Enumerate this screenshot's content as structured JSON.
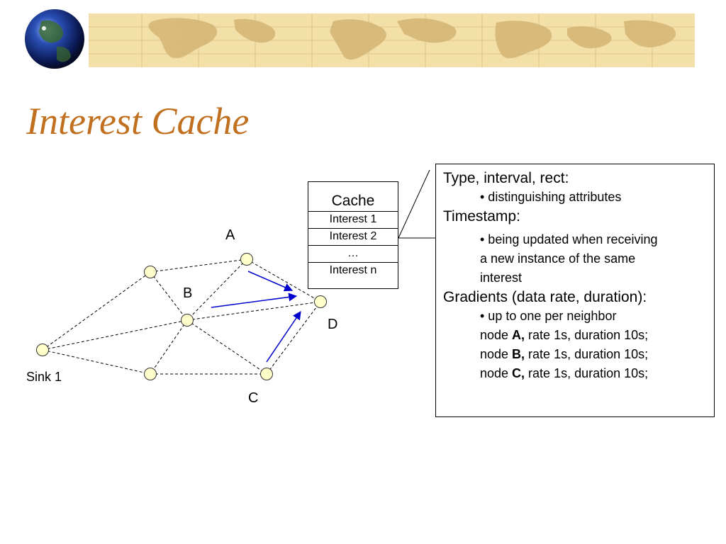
{
  "slide": {
    "title": "Interest Cache"
  },
  "network": {
    "node_labels": {
      "a": "A",
      "b": "B",
      "c": "C",
      "d": "D",
      "sink": "Sink 1"
    }
  },
  "cache": {
    "header": "Cache",
    "rows": [
      "Interest 1",
      "Interest 2",
      "…",
      "Interest n"
    ]
  },
  "info": {
    "type_heading": "Type, interval, rect:",
    "type_bullet": "• distinguishing attributes",
    "timestamp_heading": "Timestamp:",
    "timestamp_bullet_1": "• being updated when receiving",
    "timestamp_bullet_2": "a new instance of the same",
    "timestamp_bullet_3": "interest",
    "gradients_heading": "Gradients (data rate, duration):",
    "gradients_bullet": "• up to one per neighbor",
    "neighbors": [
      {
        "prefix": "node ",
        "node": "A,",
        "detail": " rate 1s, duration 10s;"
      },
      {
        "prefix": "node ",
        "node": "B,",
        "detail": " rate 1s, duration 10s;"
      },
      {
        "prefix": "node ",
        "node": "C,",
        "detail": " rate 1s, duration 10s;"
      }
    ]
  },
  "colors": {
    "title": "#c0701e",
    "node_fill": "#ffffcc",
    "arrow": "#0000cc",
    "banner": "#f3dfa8"
  }
}
